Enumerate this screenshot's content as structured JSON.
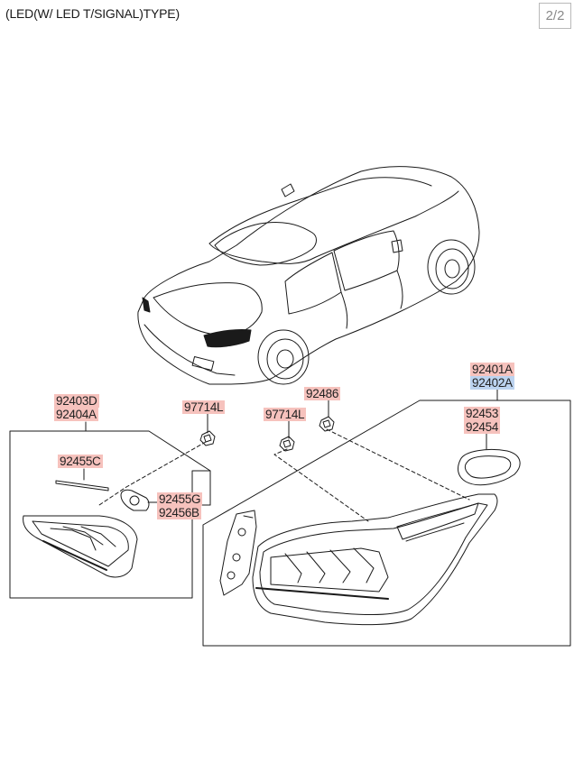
{
  "header": {
    "title": "(LED(W/ LED T/SIGNAL)TYPE)",
    "page_indicator": "2/2"
  },
  "part_labels": {
    "p92403D": "92403D",
    "p92404A": "92404A",
    "p97714L_a": "97714L",
    "p92455C": "92455C",
    "p92455G": "92455G",
    "p92456B": "92456B",
    "p92486": "92486",
    "p97714L_b": "97714L",
    "p92401A": "92401A",
    "p92402A": "92402A",
    "p92453": "92453",
    "p92454": "92454"
  },
  "colors": {
    "highlight_red": "#f6c2bd",
    "highlight_blue": "#bcd3ef",
    "line": "#1a1a1a"
  }
}
